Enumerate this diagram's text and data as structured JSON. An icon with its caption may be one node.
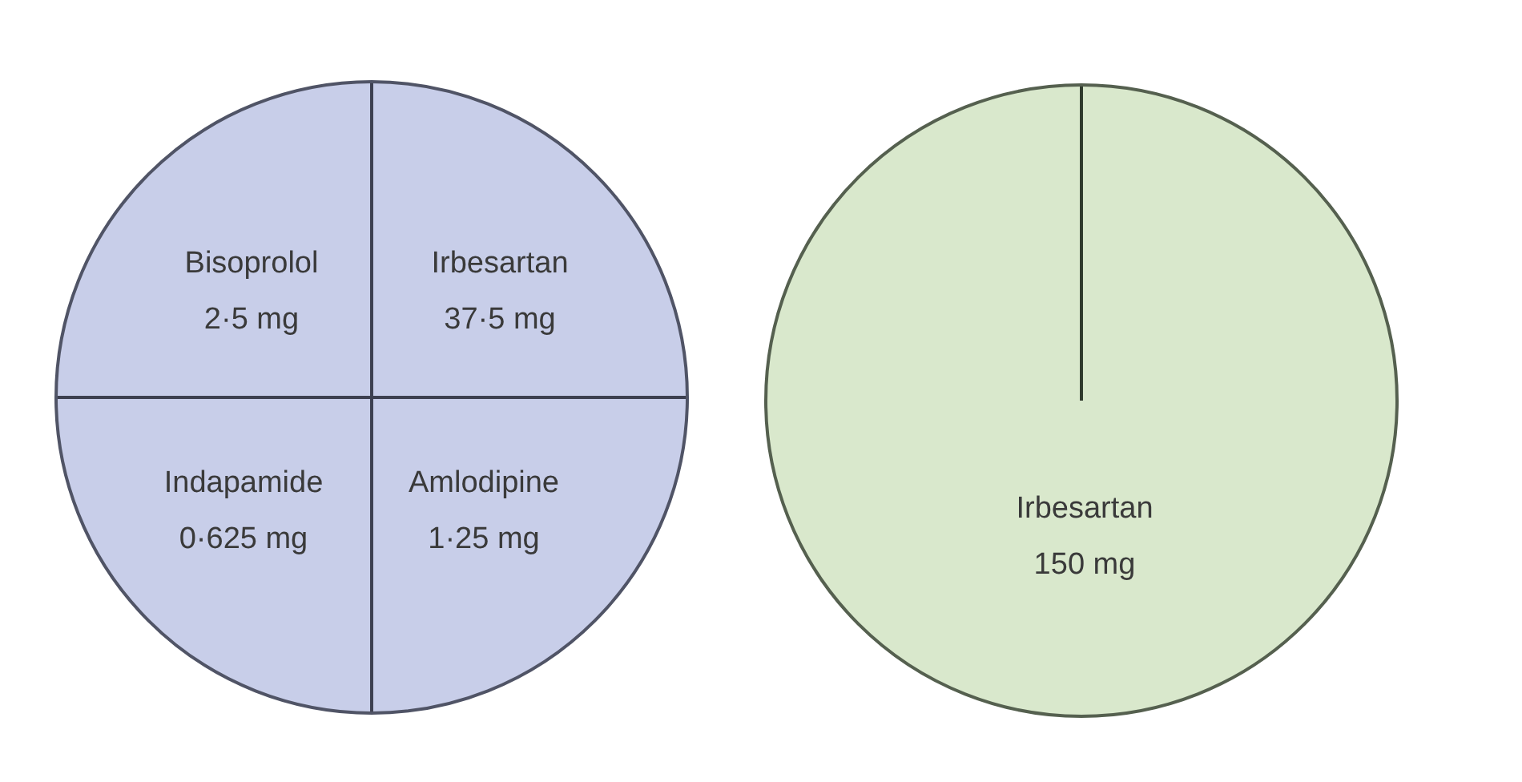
{
  "diagram": {
    "nodes": [
      {
        "text": [],
        "shape": "circle"
      },
      {
        "text": [
          "Bisoprolol",
          "2·5 mg"
        ],
        "in": 0
      },
      {
        "text": [
          "Irbesartan",
          "37·5 mg"
        ],
        "in": 0
      },
      {
        "text": [
          "Indapamide",
          "0·625 mg"
        ],
        "in": 0
      },
      {
        "text": [
          "Amlodipine",
          "1·25 mg"
        ],
        "in": 0
      },
      {
        "text": [
          "Irbesartan",
          "150 mg"
        ]
      }
    ]
  }
}
